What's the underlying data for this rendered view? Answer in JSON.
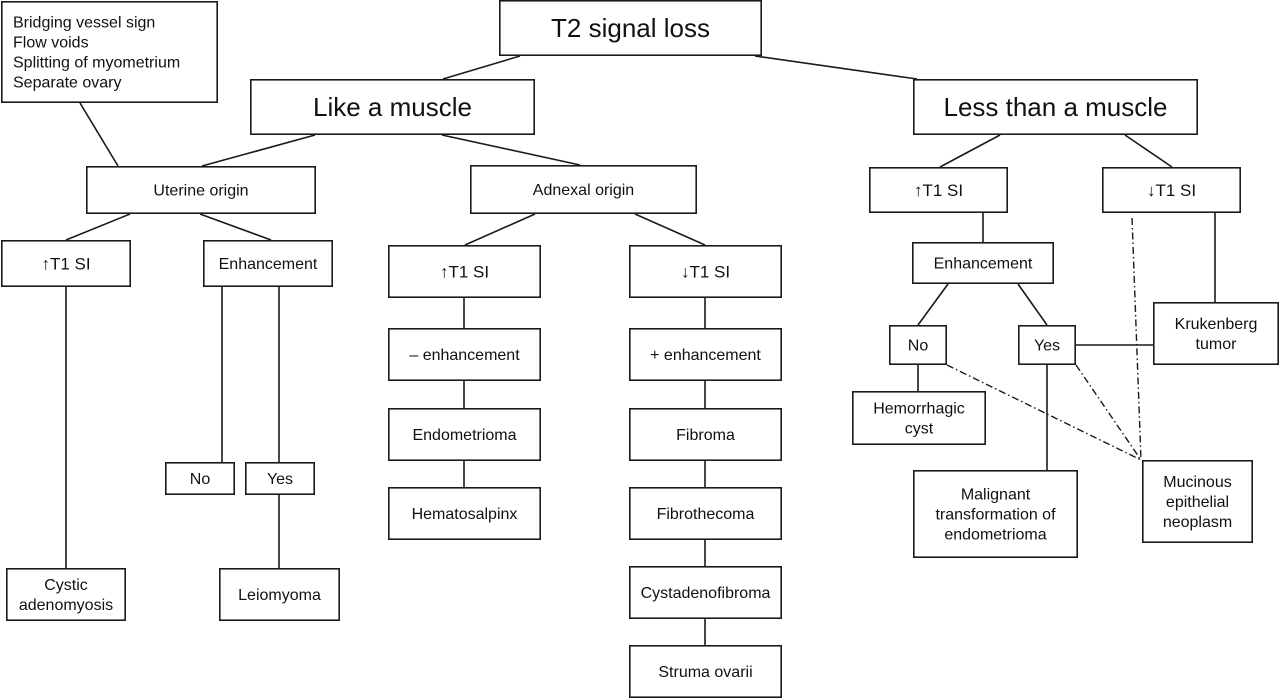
{
  "nodes": {
    "root": {
      "lines": [
        "T2 signal loss"
      ]
    },
    "signs": {
      "lines": [
        "Bridging vessel sign",
        "Flow voids",
        "Splitting of myometrium",
        "Separate ovary"
      ]
    },
    "like_muscle": {
      "lines": [
        "Like a muscle"
      ]
    },
    "less_muscle": {
      "lines": [
        "Less than a muscle"
      ]
    },
    "uterine": {
      "lines": [
        "Uterine origin"
      ]
    },
    "adnexal": {
      "lines": [
        "Adnexal origin"
      ]
    },
    "ut_t1_high": {
      "lines": [
        "↑T1 SI"
      ]
    },
    "ut_enh": {
      "lines": [
        "Enhancement"
      ]
    },
    "ut_no": {
      "lines": [
        "No"
      ]
    },
    "ut_yes": {
      "lines": [
        "Yes"
      ]
    },
    "cystic_adeno": {
      "lines": [
        "Cystic",
        "adenomyosis"
      ]
    },
    "leiomyoma": {
      "lines": [
        "Leiomyoma"
      ]
    },
    "ad_t1_high": {
      "lines": [
        "↑T1 SI"
      ]
    },
    "ad_t1_low": {
      "lines": [
        "↓T1 SI"
      ]
    },
    "minus_enh": {
      "lines": [
        "– enhancement"
      ]
    },
    "plus_enh": {
      "lines": [
        "+ enhancement"
      ]
    },
    "endometrioma": {
      "lines": [
        "Endometrioma"
      ]
    },
    "hematosalpinx": {
      "lines": [
        "Hematosalpinx"
      ]
    },
    "fibroma": {
      "lines": [
        "Fibroma"
      ]
    },
    "fibrothecoma": {
      "lines": [
        "Fibrothecoma"
      ]
    },
    "cystadenofibroma": {
      "lines": [
        "Cystadenofibroma"
      ]
    },
    "struma": {
      "lines": [
        "Struma ovarii"
      ]
    },
    "ls_t1_high": {
      "lines": [
        "↑T1 SI"
      ]
    },
    "ls_t1_low": {
      "lines": [
        "↓T1 SI"
      ]
    },
    "ls_enh": {
      "lines": [
        "Enhancement"
      ]
    },
    "ls_no": {
      "lines": [
        "No"
      ]
    },
    "ls_yes": {
      "lines": [
        "Yes"
      ]
    },
    "hemorrhagic": {
      "lines": [
        "Hemorrhagic",
        "cyst"
      ]
    },
    "malignant": {
      "lines": [
        "Malignant",
        "transformation of",
        "endometrioma"
      ]
    },
    "krukenberg": {
      "lines": [
        "Krukenberg",
        "tumor"
      ]
    },
    "mucinous": {
      "lines": [
        "Mucinous",
        "epithelial",
        "neoplasm"
      ]
    }
  },
  "edges": [
    [
      "root",
      "like_muscle"
    ],
    [
      "root",
      "less_muscle"
    ],
    [
      "signs",
      "uterine"
    ],
    [
      "like_muscle",
      "uterine"
    ],
    [
      "like_muscle",
      "adnexal"
    ],
    [
      "uterine",
      "ut_t1_high"
    ],
    [
      "uterine",
      "ut_enh"
    ],
    [
      "ut_t1_high",
      "cystic_adeno"
    ],
    [
      "ut_enh",
      "ut_no"
    ],
    [
      "ut_enh",
      "ut_yes"
    ],
    [
      "ut_yes",
      "leiomyoma"
    ],
    [
      "adnexal",
      "ad_t1_high"
    ],
    [
      "adnexal",
      "ad_t1_low"
    ],
    [
      "ad_t1_high",
      "minus_enh"
    ],
    [
      "minus_enh",
      "endometrioma"
    ],
    [
      "endometrioma",
      "hematosalpinx"
    ],
    [
      "ad_t1_low",
      "plus_enh"
    ],
    [
      "plus_enh",
      "fibroma"
    ],
    [
      "fibroma",
      "fibrothecoma"
    ],
    [
      "fibrothecoma",
      "cystadenofibroma"
    ],
    [
      "cystadenofibroma",
      "struma"
    ],
    [
      "less_muscle",
      "ls_t1_high"
    ],
    [
      "less_muscle",
      "ls_t1_low"
    ],
    [
      "ls_t1_high",
      "ls_enh"
    ],
    [
      "ls_enh",
      "ls_no"
    ],
    [
      "ls_enh",
      "ls_yes"
    ],
    [
      "ls_no",
      "hemorrhagic"
    ],
    [
      "ls_yes",
      "malignant"
    ],
    [
      "ls_yes",
      "krukenberg"
    ],
    [
      "ls_t1_low",
      "krukenberg"
    ]
  ],
  "dashed_edges": [
    [
      "ls_no",
      "mucinous"
    ],
    [
      "ls_yes",
      "mucinous"
    ],
    [
      "ls_t1_low",
      "mucinous"
    ]
  ]
}
